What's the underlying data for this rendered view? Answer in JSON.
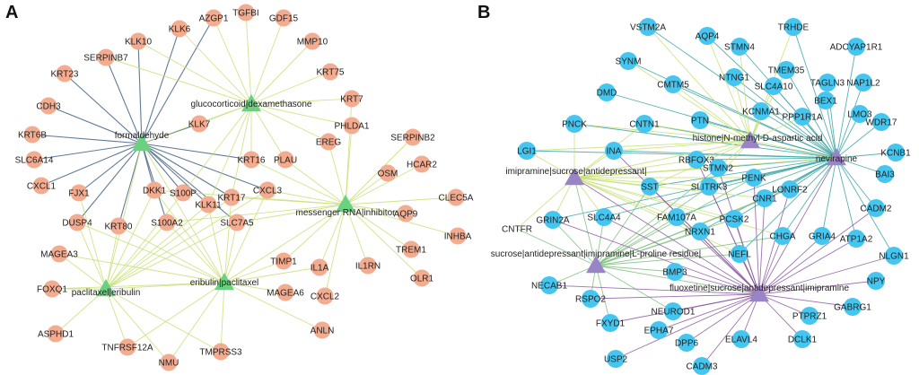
{
  "colors": {
    "geneNodeA": "#f4ac91",
    "geneNodeB": "#44c6f0",
    "hubA": "#6bd182",
    "hubB": "#9a84c8",
    "edgeYellowGreen": "#c8df74",
    "edgeBlue": "#4f6d8c",
    "edgeYellow": "#f0e04c",
    "edgeTeal": "#3aa5a5",
    "edgePurple": "#8c5aa0",
    "edgeGreen": "#7fbf7f"
  },
  "panels": [
    {
      "letter": "A",
      "hubs": [
        {
          "id": "formaldehyde",
          "label": "formaldehyde"
        },
        {
          "id": "gluco",
          "label": "glucocorticoid|dexamethasone"
        },
        {
          "id": "mrna",
          "label": "messenger RNA|inhibitor"
        },
        {
          "id": "pacli",
          "label": "paclitaxel|eribulin"
        },
        {
          "id": "eribu",
          "label": "eribulin|paclitaxel"
        }
      ],
      "nodes": [
        {
          "id": "AZGP1",
          "label": "AZGP1"
        },
        {
          "id": "TGFBI",
          "label": "TGFBI"
        },
        {
          "id": "GDF15",
          "label": "GDF15"
        },
        {
          "id": "KLK6",
          "label": "KLK6"
        },
        {
          "id": "KLK10",
          "label": "KLK10"
        },
        {
          "id": "MMP10",
          "label": "MMP10"
        },
        {
          "id": "SERPINB7",
          "label": "SERPINB7"
        },
        {
          "id": "KRT75",
          "label": "KRT75"
        },
        {
          "id": "KRT23",
          "label": "KRT23"
        },
        {
          "id": "KRT7",
          "label": "KRT7"
        },
        {
          "id": "CDH3",
          "label": "CDH3"
        },
        {
          "id": "PHLDA1",
          "label": "PHLDA1"
        },
        {
          "id": "KLK7",
          "label": "KLK7"
        },
        {
          "id": "KRT6B",
          "label": "KRT6B"
        },
        {
          "id": "SERPINB2",
          "label": "SERPINB2"
        },
        {
          "id": "EREG",
          "label": "EREG"
        },
        {
          "id": "SLC6A14",
          "label": "SLC6A14"
        },
        {
          "id": "KRT16",
          "label": "KRT16"
        },
        {
          "id": "PLAU",
          "label": "PLAU"
        },
        {
          "id": "OSM",
          "label": "OSM"
        },
        {
          "id": "HCAR2",
          "label": "HCAR2"
        },
        {
          "id": "CXCL1",
          "label": "CXCL1"
        },
        {
          "id": "FJX1",
          "label": "FJX1"
        },
        {
          "id": "DKK1",
          "label": "DKK1"
        },
        {
          "id": "S100P",
          "label": "S100P"
        },
        {
          "id": "KRT17",
          "label": "KRT17"
        },
        {
          "id": "CXCL3",
          "label": "CXCL3"
        },
        {
          "id": "CLEC5A",
          "label": "CLEC5A"
        },
        {
          "id": "KLK11",
          "label": "KLK11"
        },
        {
          "id": "AQP9",
          "label": "AQP9"
        },
        {
          "id": "DUSP4",
          "label": "DUSP4"
        },
        {
          "id": "KRT80",
          "label": "KRT80"
        },
        {
          "id": "S100A2",
          "label": "S100A2"
        },
        {
          "id": "SLC7A5",
          "label": "SLC7A5"
        },
        {
          "id": "INHBA",
          "label": "INHBA"
        },
        {
          "id": "MAGEA3",
          "label": "MAGEA3"
        },
        {
          "id": "TIMP1",
          "label": "TIMP1"
        },
        {
          "id": "TREM1",
          "label": "TREM1"
        },
        {
          "id": "IL1A",
          "label": "IL1A"
        },
        {
          "id": "IL1RN",
          "label": "IL1RN"
        },
        {
          "id": "OLR1",
          "label": "OLR1"
        },
        {
          "id": "FOXQ1",
          "label": "FOXQ1"
        },
        {
          "id": "MAGEA6",
          "label": "MAGEA6"
        },
        {
          "id": "CXCL2",
          "label": "CXCL2"
        },
        {
          "id": "ASPHD1",
          "label": "ASPHD1"
        },
        {
          "id": "ANLN",
          "label": "ANLN"
        },
        {
          "id": "TNFRSF12A",
          "label": "TNFRSF12A"
        },
        {
          "id": "NMU",
          "label": "NMU"
        },
        {
          "id": "TMPRSS3",
          "label": "TMPRSS3"
        }
      ]
    },
    {
      "letter": "B",
      "hubs": [
        {
          "id": "nevirapine",
          "label": "nevirapine"
        },
        {
          "id": "histone",
          "label": "histone|N-methyl-D-aspartic acid"
        },
        {
          "id": "imip",
          "label": "imipramine|sucrose|antidepressant|"
        },
        {
          "id": "sucrose",
          "label": "sucrose|antidepressant|imipramine|L-proline residue|"
        },
        {
          "id": "fluox",
          "label": "fluoxetine|sucrose|antidepressant|imipramine"
        }
      ],
      "nodes": [
        {
          "id": "VSTM2A",
          "label": "VSTM2A"
        },
        {
          "id": "TRHDE",
          "label": "TRHDE"
        },
        {
          "id": "AQP4",
          "label": "AQP4"
        },
        {
          "id": "STMN4",
          "label": "STMN4"
        },
        {
          "id": "ADCYAP1R1",
          "label": "ADCYAP1R1"
        },
        {
          "id": "SYNM",
          "label": "SYNM"
        },
        {
          "id": "TMEM35",
          "label": "TMEM35"
        },
        {
          "id": "TAGLN3",
          "label": "TAGLN3"
        },
        {
          "id": "NAP1L2",
          "label": "NAP1L2"
        },
        {
          "id": "NTNG1",
          "label": "NTNG1"
        },
        {
          "id": "SLC4A10",
          "label": "SLC4A10"
        },
        {
          "id": "CMTM5",
          "label": "CMTM5"
        },
        {
          "id": "DMD",
          "label": "DMD"
        },
        {
          "id": "BEX1",
          "label": "BEX1"
        },
        {
          "id": "LMO3",
          "label": "LMO3"
        },
        {
          "id": "KCNMA1",
          "label": "KCNMA1"
        },
        {
          "id": "PPP1R1A",
          "label": "PPP1R1A"
        },
        {
          "id": "WDR17",
          "label": "WDR17"
        },
        {
          "id": "PNCK",
          "label": "PNCK"
        },
        {
          "id": "CNTN1",
          "label": "CNTN1"
        },
        {
          "id": "PTN",
          "label": "PTN"
        },
        {
          "id": "KCNB1",
          "label": "KCNB1"
        },
        {
          "id": "LGI1",
          "label": "LGI1"
        },
        {
          "id": "INA",
          "label": "INA"
        },
        {
          "id": "RBFOX3",
          "label": "RBFOX3"
        },
        {
          "id": "BAI3",
          "label": "BAI3"
        },
        {
          "id": "STMN2",
          "label": "STMN2"
        },
        {
          "id": "PENK",
          "label": "PENK"
        },
        {
          "id": "SST",
          "label": "SST"
        },
        {
          "id": "SLITRK3",
          "label": "SLITRK3"
        },
        {
          "id": "LONRF2",
          "label": "LONRF2"
        },
        {
          "id": "CADM2",
          "label": "CADM2"
        },
        {
          "id": "CNR1",
          "label": "CNR1"
        },
        {
          "id": "GRIN2A",
          "label": "GRIN2A"
        },
        {
          "id": "SLC4A4",
          "label": "SLC4A4"
        },
        {
          "id": "FAM107A",
          "label": "FAM107A"
        },
        {
          "id": "PCSK2",
          "label": "PCSK2"
        },
        {
          "id": "CNTFR",
          "label": "CNTFR"
        },
        {
          "id": "NRXN1",
          "label": "NRXN1"
        },
        {
          "id": "CHGA",
          "label": "CHGA"
        },
        {
          "id": "GRIA4",
          "label": "GRIA4"
        },
        {
          "id": "ATP1A2",
          "label": "ATP1A2"
        },
        {
          "id": "NLGN1",
          "label": "NLGN1"
        },
        {
          "id": "NEFL",
          "label": "NEFL"
        },
        {
          "id": "BMP3",
          "label": "BMP3"
        },
        {
          "id": "NECAB1",
          "label": "NECAB1"
        },
        {
          "id": "NPY",
          "label": "NPY"
        },
        {
          "id": "RSPO2",
          "label": "RSPO2"
        },
        {
          "id": "GABRG1",
          "label": "GABRG1"
        },
        {
          "id": "NEUROD1",
          "label": "NEUROD1"
        },
        {
          "id": "PTPRZ1",
          "label": "PTPRZ1"
        },
        {
          "id": "FXYD1",
          "label": "FXYD1"
        },
        {
          "id": "EPHA7",
          "label": "EPHA7"
        },
        {
          "id": "DCLK1",
          "label": "DCLK1"
        },
        {
          "id": "ELAVL4",
          "label": "ELAVL4"
        },
        {
          "id": "DPP6",
          "label": "DPP6"
        },
        {
          "id": "USP2",
          "label": "USP2"
        },
        {
          "id": "CADM3",
          "label": "CADM3"
        }
      ]
    }
  ]
}
